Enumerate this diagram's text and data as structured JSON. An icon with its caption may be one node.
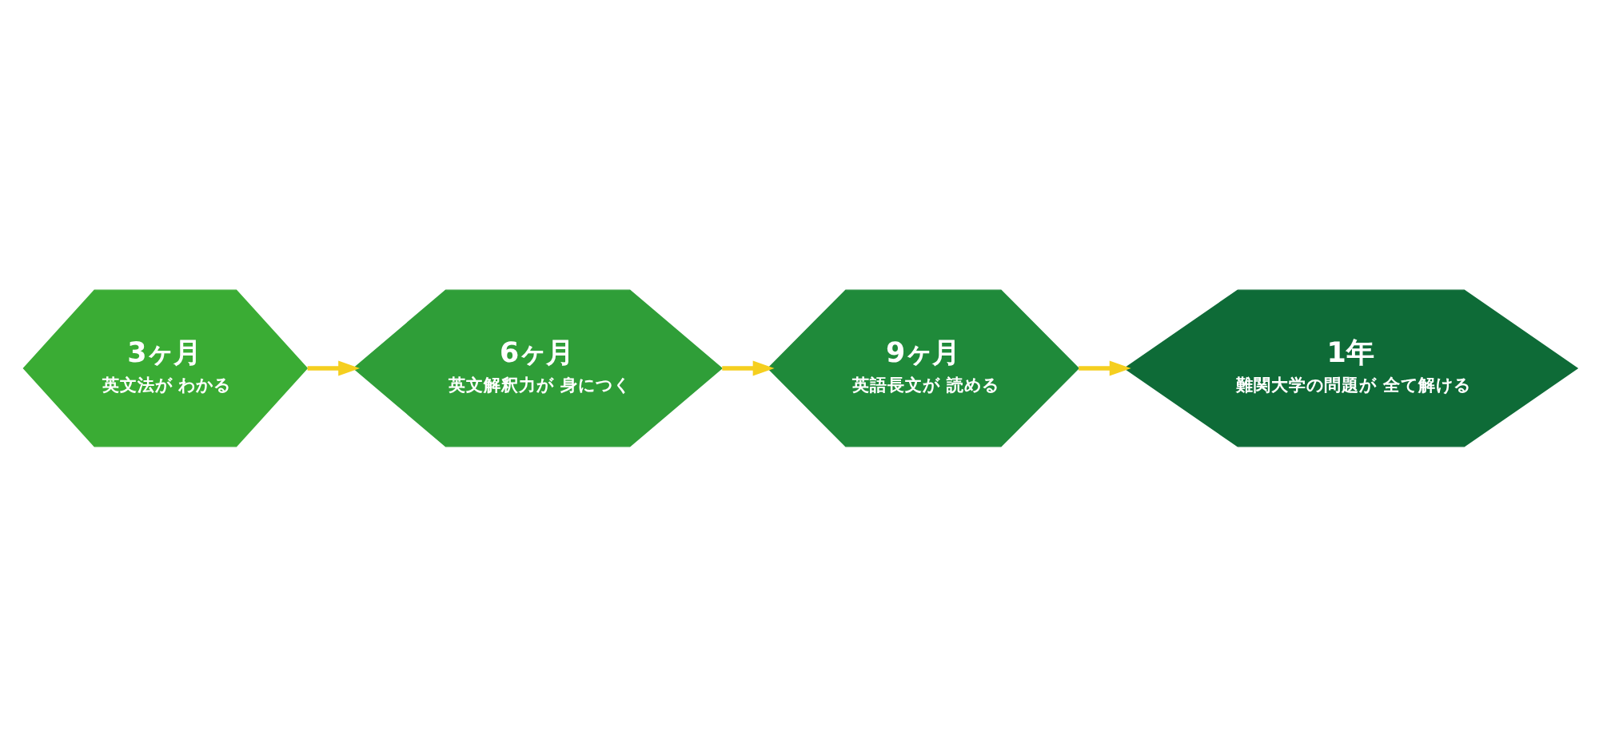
{
  "diagram": {
    "nodes": [
      {
        "text": [
          "3ヶ月",
          "英文法が わかる"
        ]
      },
      {
        "text": [
          "6ヶ月",
          "英文解釈力が 身につく"
        ]
      },
      {
        "text": [
          "9ヶ月",
          "英語長文が 読める"
        ]
      },
      {
        "text": [
          "1年",
          "難関大学の問題が 全て解ける"
        ]
      }
    ],
    "edges": [
      {
        "from": 0,
        "to": 1,
        "arrow": "to"
      },
      {
        "from": 1,
        "to": 2,
        "arrow": "to"
      },
      {
        "from": 2,
        "to": 3,
        "arrow": "to"
      }
    ]
  }
}
